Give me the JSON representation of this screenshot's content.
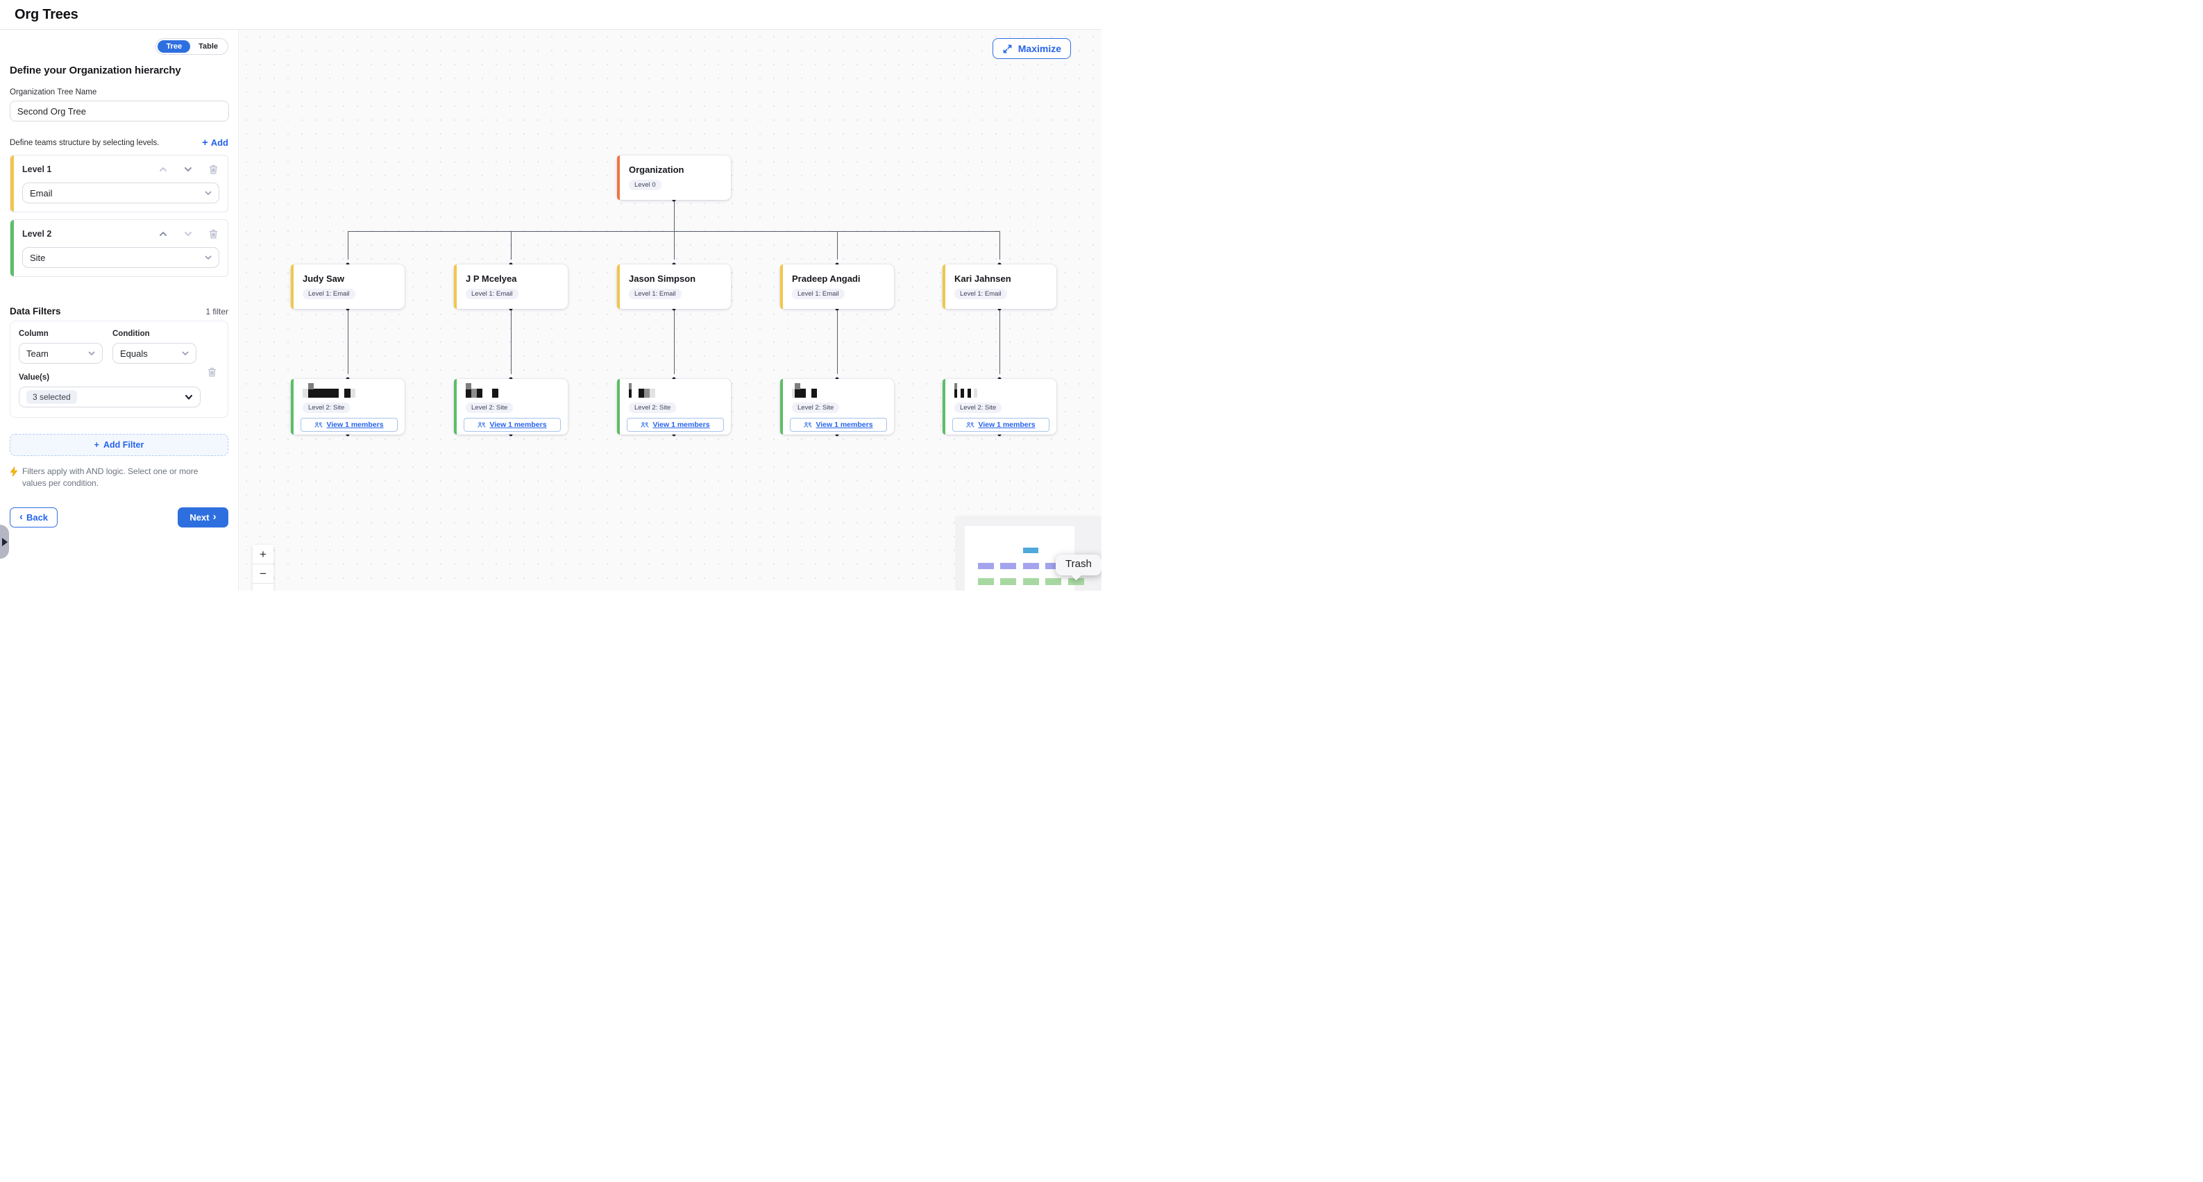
{
  "header": {
    "title": "Org Trees"
  },
  "sidebar": {
    "view_toggle": {
      "tree": "Tree",
      "table": "Table",
      "active": "Tree"
    },
    "heading": "Define your Organization hierarchy",
    "tree_name": {
      "label": "Organization Tree Name",
      "value": "Second Org Tree"
    },
    "levels_section": {
      "description": "Define teams structure by selecting levels.",
      "add_label": "Add"
    },
    "levels": [
      {
        "label": "Level 1",
        "value": "Email",
        "accent": "#f1c64b"
      },
      {
        "label": "Level 2",
        "value": "Site",
        "accent": "#5dbe66"
      }
    ],
    "filters_section": {
      "title": "Data Filters",
      "count_label": "1 filter",
      "column_label": "Column",
      "condition_label": "Condition",
      "values_label": "Value(s)",
      "filter": {
        "column": "Team",
        "condition": "Equals",
        "values": "3 selected"
      },
      "add_filter_label": "Add Filter",
      "note": "Filters apply with AND logic. Select one or more values per condition."
    },
    "back_label": "Back",
    "next_label": "Next"
  },
  "canvas": {
    "maximize_label": "Maximize",
    "root": {
      "name": "Organization",
      "badge": "Level 0",
      "accent": "#ee7544"
    },
    "level1_badge": "Level 1: Email",
    "level2_badge": "Level 2: Site",
    "members_label": "View 1 members",
    "people": [
      {
        "name": "Judy Saw"
      },
      {
        "name": "J P Mcelyea"
      },
      {
        "name": "Jason Simpson"
      },
      {
        "name": "Pradeep Angadi"
      },
      {
        "name": "Kari Jahnsen"
      }
    ],
    "tooltip": "Trash",
    "zoom_in": "+",
    "zoom_out": "−",
    "accents": {
      "blue": "#2e6fe0",
      "yellow": "#f1c64b",
      "green": "#5dbe66",
      "orange": "#ee7544"
    },
    "minimap_colors": {
      "root": "#4fa8dc",
      "level1": "#a3a3ee",
      "level2": "#a8d8a2"
    }
  }
}
